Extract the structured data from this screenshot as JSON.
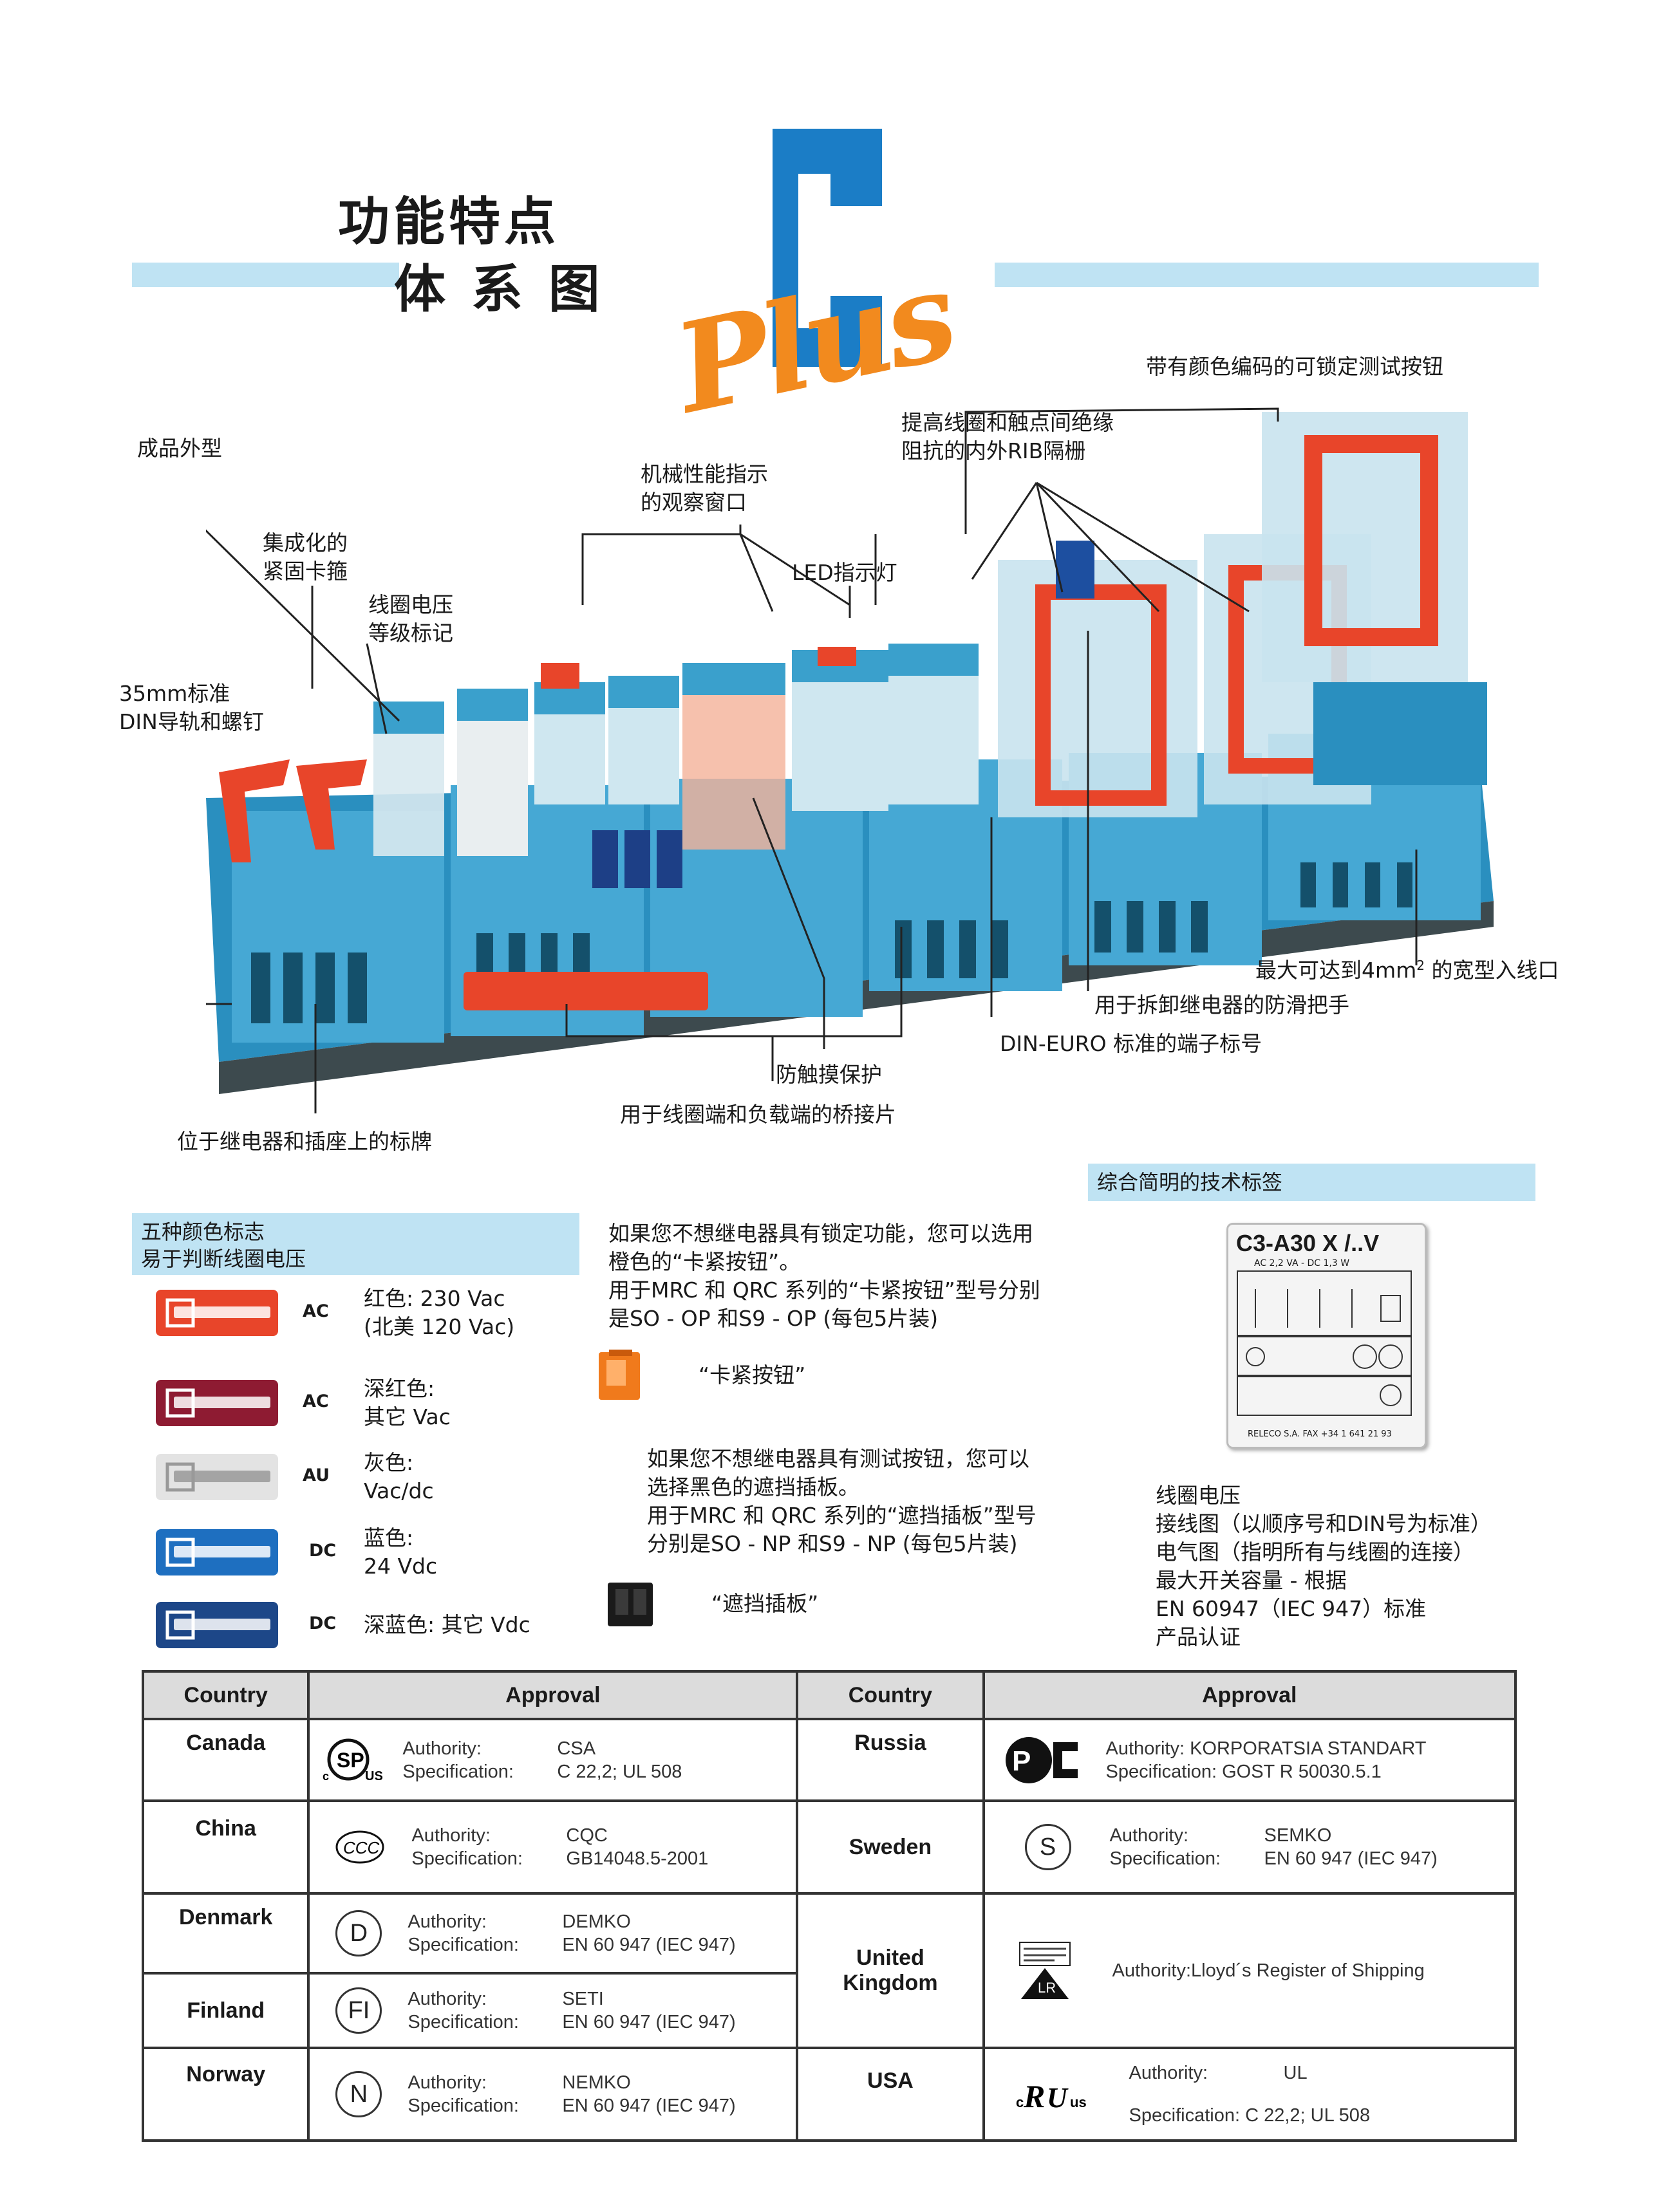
{
  "header": {
    "title_line1": "功能特点",
    "title_line2": "体 系 图",
    "logo_letter": "C",
    "logo_word": "Plus"
  },
  "callouts": {
    "lockable_button": "带有颜色编码的可锁定测试按钮",
    "rib_line1": "提高线圈和触点间绝缘",
    "rib_line2": "阻抗的内外RIB隔栅",
    "finished_shape": "成品外型",
    "window_line1": "机械性能指示",
    "window_line2": "的观察窗口",
    "clip_line1": "集成化的",
    "clip_line2": "紧固卡箍",
    "led": "LED指示灯",
    "coil_line1": "线圈电压",
    "coil_line2": "等级标记",
    "din_line1": "35mm标准",
    "din_line2": "DIN导轨和螺钉",
    "max_wire_a": "最大可达到4mm",
    "max_wire_sup": "2",
    "max_wire_b": " 的宽型入线口",
    "handle": "用于拆卸继电器的防滑把手",
    "din_euro": "DIN-EURO 标准的端子标号",
    "touch_protect": "防触摸保护",
    "bridge": "用于线圈端和负载端的桥接片",
    "nameplate": "位于继电器和插座上的标牌"
  },
  "tech_label": {
    "heading": "综合简明的技术标签",
    "label_title": "C3-A30 X  /..V",
    "label_sub": "AC 2,2 VA - DC 1,3 W",
    "label_footer": "RELECO S.A.   FAX +34 1 641 21 93",
    "desc": [
      "线圈电压",
      "接线图（以顺序号和DIN号为标准）",
      "电气图（指明所有与线圈的连接）",
      "最大开关容量 - 根据",
      " EN 60947（IEC 947）标准",
      "产品认证"
    ]
  },
  "colors_section": {
    "heading_line1": "五种颜色标志",
    "heading_line2": "易于判断线圈电压",
    "items": [
      {
        "type": "AC",
        "line1": "红色: 230 Vac",
        "line2": "(北美 120 Vac)",
        "color": "#e8452a"
      },
      {
        "type": "AC",
        "line1": "深红色:",
        "line2": "其它 Vac",
        "color": "#8e1b32"
      },
      {
        "type": "AU",
        "line1": "灰色:",
        "line2": "Vac/dc",
        "color": "#e3e3e3"
      },
      {
        "type": "DC",
        "line1": "蓝色:",
        "line2": "24 Vdc",
        "color": "#1e6fc0"
      },
      {
        "type": "DC",
        "line1": "深蓝色: 其它 Vdc",
        "line2": "",
        "color": "#1d4788"
      }
    ]
  },
  "lock_section": {
    "lines": [
      "如果您不想继电器具有锁定功能，您可以选用",
      "橙色的“卡紧按钮”。",
      "用于MRC 和 QRC 系列的“卡紧按钮”型号分别",
      "是SO - OP 和S9 - OP (每包5片装)"
    ],
    "item_label": "“卡紧按钮”",
    "item_color": "#f07a1c"
  },
  "cover_section": {
    "lines": [
      "如果您不想继电器具有测试按钮，您可以",
      "选择黑色的遮挡插板。",
      "用于MRC 和 QRC 系列的“遮挡插板”型号",
      "分别是SO - NP 和S9 - NP (每包5片装)"
    ],
    "item_label": "“遮挡插板”",
    "item_color": "#1a1a1a"
  },
  "approvals": {
    "headers": [
      "Country",
      "Approval",
      "Country",
      "Approval"
    ],
    "authority_label": "Authority:",
    "spec_label": "Specification:",
    "left": [
      {
        "country": "Canada",
        "mark": "SP",
        "authority": "CSA",
        "spec": "C 22,2; UL 508"
      },
      {
        "country": "China",
        "mark": "CCC",
        "authority": "CQC",
        "spec": "GB14048.5-2001"
      },
      {
        "country": "Denmark",
        "mark": "D",
        "authority": "DEMKO",
        "spec": "EN 60 947 (IEC 947)"
      },
      {
        "country": "Finland",
        "mark": "FI",
        "authority": "SETI",
        "spec": "EN 60 947 (IEC 947)"
      },
      {
        "country": "Norway",
        "mark": "N",
        "authority": "NEMKO",
        "spec": "EN 60 947 (IEC 947)"
      }
    ],
    "right": [
      {
        "country": "Russia",
        "mark": "PC",
        "authority_line": "Authority: KORPORATSIA STANDART",
        "spec_line": "Specification: GOST R 50030.5.1"
      },
      {
        "country": "Sweden",
        "mark": "S",
        "authority": "SEMKO",
        "spec": "EN 60 947 (IEC 947)"
      },
      {
        "country_line1": "United",
        "country_line2": "Kingdom",
        "mark": "LR",
        "authority_line": "Authority:Lloyd´s Register of Shipping"
      },
      {
        "country": "USA",
        "mark": "RU",
        "authority": "UL",
        "spec_line": "Specification: C 22,2; UL 508"
      }
    ]
  }
}
